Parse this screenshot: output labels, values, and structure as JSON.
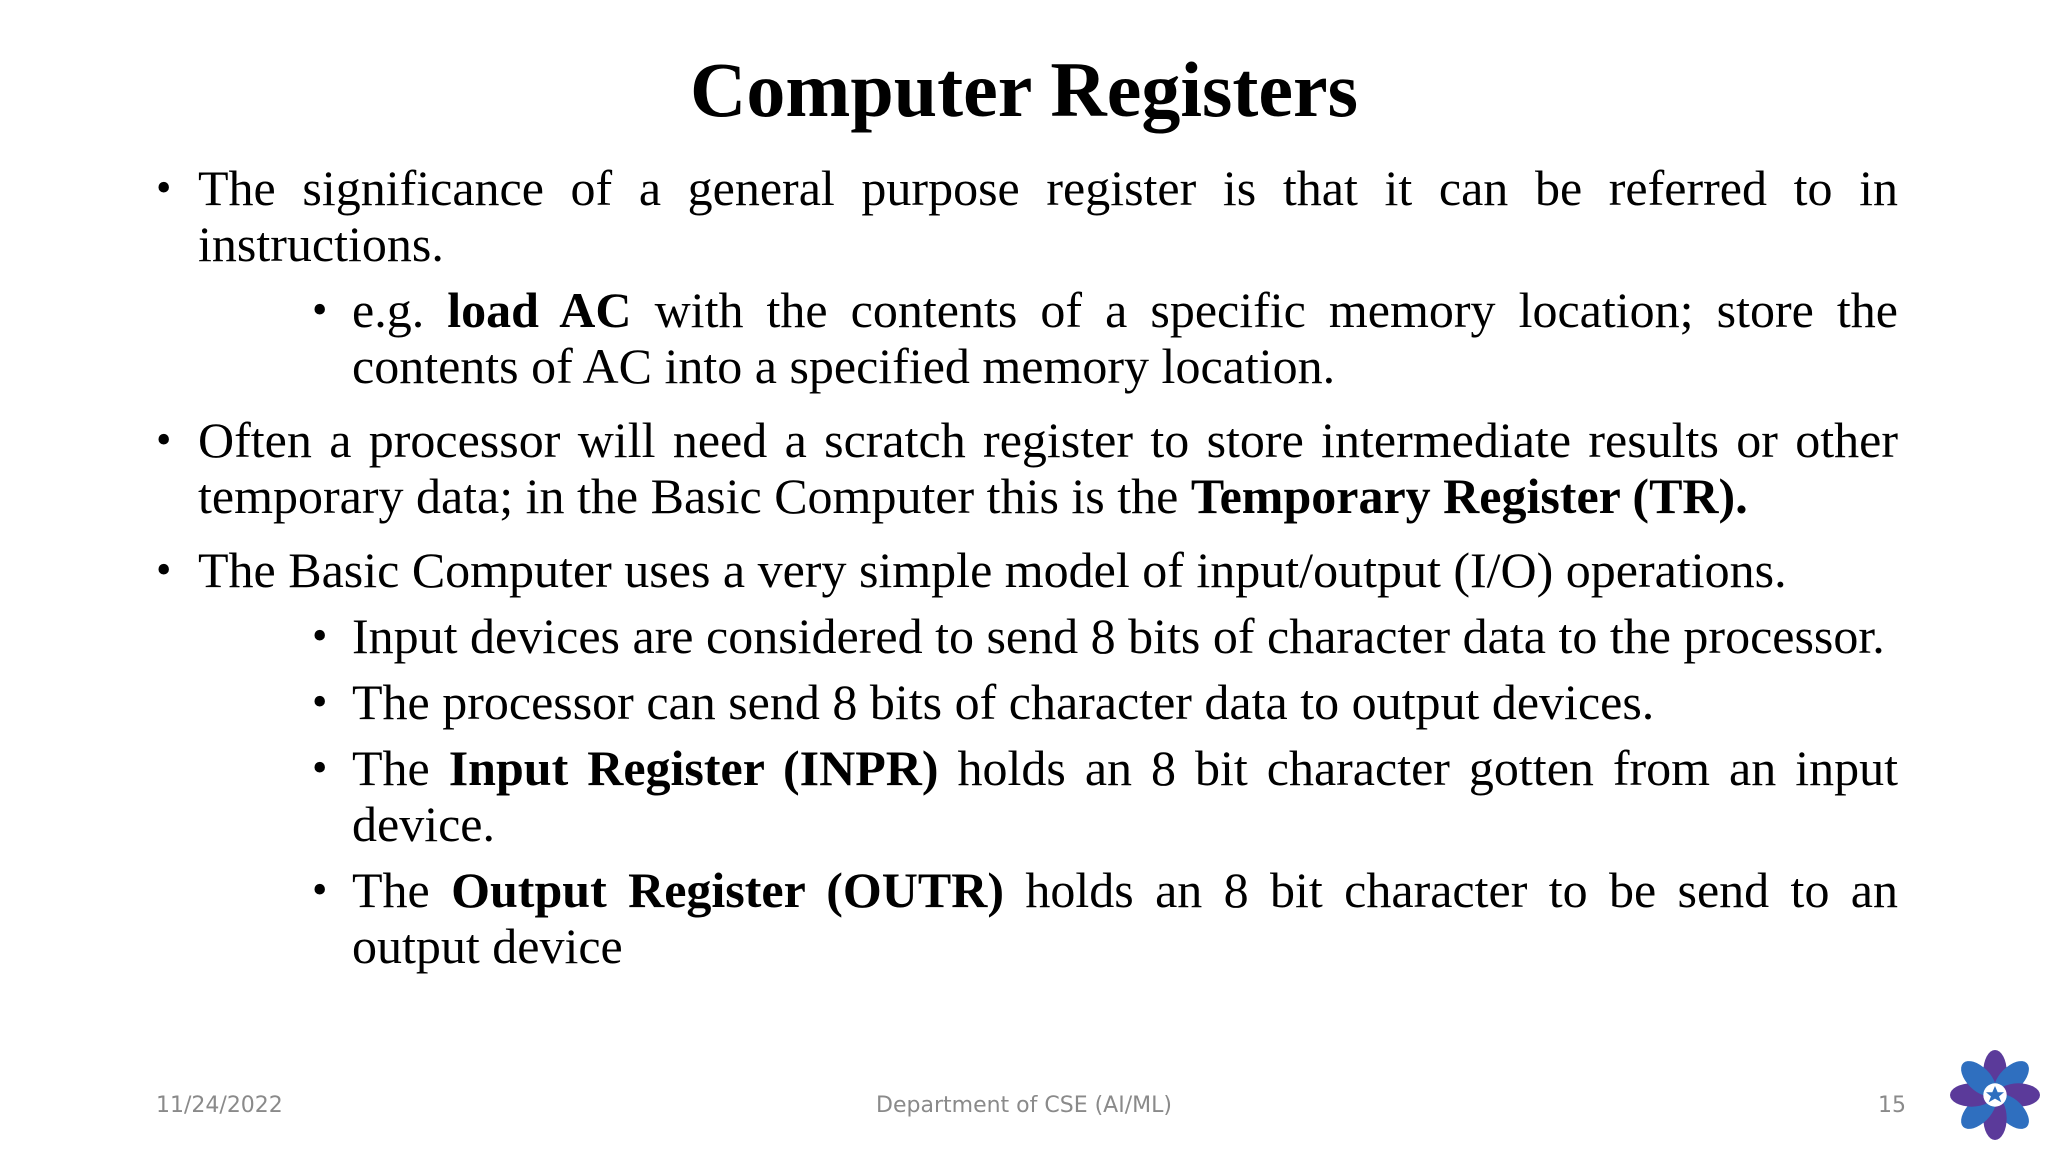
{
  "slide": {
    "title": "Computer Registers"
  },
  "bullets": [
    {
      "level": 1,
      "segments": [
        {
          "text": "The significance of a general purpose register is that it can be referred to in instructions.",
          "bold": false
        }
      ],
      "gap_after": 10
    },
    {
      "level": 2,
      "segments": [
        {
          "text": "e.g. ",
          "bold": false
        },
        {
          "text": "load AC",
          "bold": true
        },
        {
          "text": " with the contents of a specific memory location; store the contents of AC into a specified memory location.",
          "bold": false
        }
      ],
      "gap_after": 18
    },
    {
      "level": 1,
      "segments": [
        {
          "text": "Often a processor will need a scratch register to store intermediate results or other temporary data; in the Basic Computer this is the ",
          "bold": false
        },
        {
          "text": "Temporary Register (TR).",
          "bold": true
        }
      ],
      "gap_after": 18
    },
    {
      "level": 1,
      "segments": [
        {
          "text": "The Basic Computer uses a very simple model of input/output (I/O) operations.",
          "bold": false
        }
      ],
      "gap_after": 10
    },
    {
      "level": 2,
      "segments": [
        {
          "text": "Input devices are considered to send 8 bits of character data to the processor.",
          "bold": false
        }
      ],
      "gap_after": 10
    },
    {
      "level": 2,
      "segments": [
        {
          "text": "The processor can send 8 bits of character data to output devices.",
          "bold": false
        }
      ],
      "gap_after": 10
    },
    {
      "level": 2,
      "segments": [
        {
          "text": "The ",
          "bold": false
        },
        {
          "text": "Input Register (INPR)",
          "bold": true
        },
        {
          "text": " holds an 8 bit character gotten from an input device.",
          "bold": false
        }
      ],
      "gap_after": 10
    },
    {
      "level": 2,
      "segments": [
        {
          "text": "The ",
          "bold": false
        },
        {
          "text": "Output Register (OUTR)",
          "bold": true
        },
        {
          "text": " holds an 8 bit character to be send to an output device",
          "bold": false
        }
      ],
      "gap_after": 0
    }
  ],
  "footer": {
    "date": "11/24/2022",
    "department": "Department of CSE (AI/ML)",
    "page_number": "15"
  },
  "colors": {
    "text": "#000000",
    "footer_text": "#8a8a8a",
    "logo_purple": "#5b3a9a",
    "logo_blue": "#2f6fbf"
  }
}
